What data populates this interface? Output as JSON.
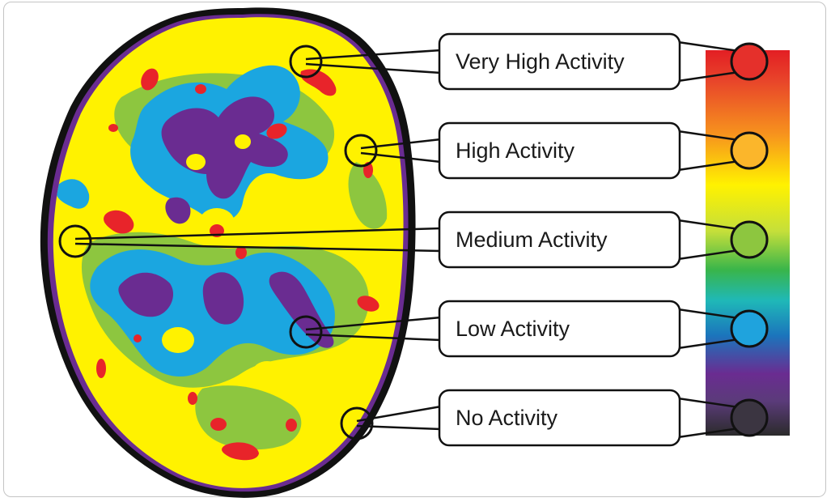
{
  "legend": {
    "items": [
      {
        "label": "Very High Activity",
        "color": "#e5302b"
      },
      {
        "label": "High Activity",
        "color": "#fbb62b"
      },
      {
        "label": "Medium Activity",
        "color": "#8dc63f"
      },
      {
        "label": "Low Activity",
        "color": "#1fa3dd"
      },
      {
        "label": "No Activity",
        "color": "#3b3541"
      }
    ]
  },
  "colors": {
    "outline": "#111111",
    "rim": "#6a2c91",
    "very_high": "#e8242a",
    "high": "#fff200",
    "medium": "#8dc63f",
    "low": "#1ba6e0",
    "none": "#6a2c91"
  }
}
